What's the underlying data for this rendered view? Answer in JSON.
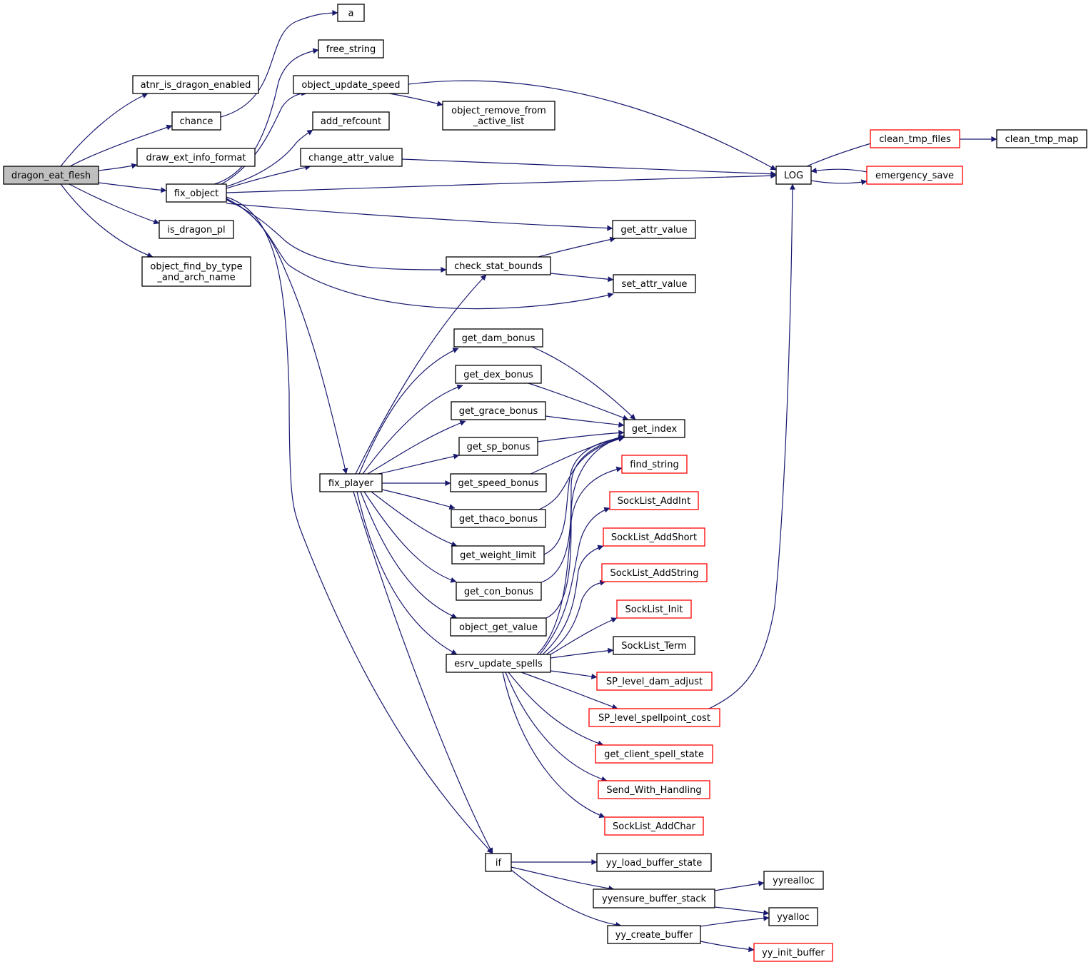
{
  "colors": {
    "edge": "#191970",
    "box_border": "#000000",
    "box_border_truncated": "#ff0000",
    "root_fill": "#bfbfbf",
    "fill": "#ffffff"
  },
  "graph": {
    "root": "dragon_eat_flesh",
    "nodes": [
      {
        "id": "dragon_eat_flesh",
        "lines": [
          "dragon_eat_flesh"
        ],
        "style": "root"
      },
      {
        "id": "atnr_is_dragon_enabled",
        "lines": [
          "atnr_is_dragon_enabled"
        ],
        "style": "normal"
      },
      {
        "id": "chance",
        "lines": [
          "chance"
        ],
        "style": "normal"
      },
      {
        "id": "draw_ext_info_format",
        "lines": [
          "draw_ext_info_format"
        ],
        "style": "normal"
      },
      {
        "id": "fix_object",
        "lines": [
          "fix_object"
        ],
        "style": "normal"
      },
      {
        "id": "is_dragon_pl",
        "lines": [
          "is_dragon_pl"
        ],
        "style": "normal"
      },
      {
        "id": "object_find_by_type_and_arch_name",
        "lines": [
          "object_find_by_type",
          "_and_arch_name"
        ],
        "style": "normal"
      },
      {
        "id": "a",
        "lines": [
          "a"
        ],
        "style": "normal"
      },
      {
        "id": "free_string",
        "lines": [
          "free_string"
        ],
        "style": "normal"
      },
      {
        "id": "object_update_speed",
        "lines": [
          "object_update_speed"
        ],
        "style": "normal"
      },
      {
        "id": "add_refcount",
        "lines": [
          "add_refcount"
        ],
        "style": "normal"
      },
      {
        "id": "change_attr_value",
        "lines": [
          "change_attr_value"
        ],
        "style": "normal"
      },
      {
        "id": "object_remove_from_active_list",
        "lines": [
          "object_remove_from",
          "_active_list"
        ],
        "style": "normal"
      },
      {
        "id": "LOG",
        "lines": [
          "LOG"
        ],
        "style": "normal"
      },
      {
        "id": "clean_tmp_files",
        "lines": [
          "clean_tmp_files"
        ],
        "style": "truncated"
      },
      {
        "id": "clean_tmp_map",
        "lines": [
          "clean_tmp_map"
        ],
        "style": "normal"
      },
      {
        "id": "emergency_save",
        "lines": [
          "emergency_save"
        ],
        "style": "truncated"
      },
      {
        "id": "get_attr_value",
        "lines": [
          "get_attr_value"
        ],
        "style": "normal"
      },
      {
        "id": "check_stat_bounds",
        "lines": [
          "check_stat_bounds"
        ],
        "style": "normal"
      },
      {
        "id": "set_attr_value",
        "lines": [
          "set_attr_value"
        ],
        "style": "normal"
      },
      {
        "id": "get_dam_bonus",
        "lines": [
          "get_dam_bonus"
        ],
        "style": "normal"
      },
      {
        "id": "get_dex_bonus",
        "lines": [
          "get_dex_bonus"
        ],
        "style": "normal"
      },
      {
        "id": "get_grace_bonus",
        "lines": [
          "get_grace_bonus"
        ],
        "style": "normal"
      },
      {
        "id": "get_index",
        "lines": [
          "get_index"
        ],
        "style": "normal"
      },
      {
        "id": "get_sp_bonus",
        "lines": [
          "get_sp_bonus"
        ],
        "style": "normal"
      },
      {
        "id": "find_string",
        "lines": [
          "find_string"
        ],
        "style": "truncated"
      },
      {
        "id": "fix_player",
        "lines": [
          "fix_player"
        ],
        "style": "normal"
      },
      {
        "id": "get_speed_bonus",
        "lines": [
          "get_speed_bonus"
        ],
        "style": "normal"
      },
      {
        "id": "SockList_AddInt",
        "lines": [
          "SockList_AddInt"
        ],
        "style": "truncated"
      },
      {
        "id": "get_thaco_bonus",
        "lines": [
          "get_thaco_bonus"
        ],
        "style": "normal"
      },
      {
        "id": "SockList_AddShort",
        "lines": [
          "SockList_AddShort"
        ],
        "style": "truncated"
      },
      {
        "id": "get_weight_limit",
        "lines": [
          "get_weight_limit"
        ],
        "style": "normal"
      },
      {
        "id": "SockList_AddString",
        "lines": [
          "SockList_AddString"
        ],
        "style": "truncated"
      },
      {
        "id": "get_con_bonus",
        "lines": [
          "get_con_bonus"
        ],
        "style": "normal"
      },
      {
        "id": "SockList_Init",
        "lines": [
          "SockList_Init"
        ],
        "style": "truncated"
      },
      {
        "id": "object_get_value",
        "lines": [
          "object_get_value"
        ],
        "style": "normal"
      },
      {
        "id": "SockList_Term",
        "lines": [
          "SockList_Term"
        ],
        "style": "normal"
      },
      {
        "id": "esrv_update_spells",
        "lines": [
          "esrv_update_spells"
        ],
        "style": "normal"
      },
      {
        "id": "SP_level_dam_adjust",
        "lines": [
          "SP_level_dam_adjust"
        ],
        "style": "truncated"
      },
      {
        "id": "SP_level_spellpoint_cost",
        "lines": [
          "SP_level_spellpoint_cost"
        ],
        "style": "truncated"
      },
      {
        "id": "get_client_spell_state",
        "lines": [
          "get_client_spell_state"
        ],
        "style": "truncated"
      },
      {
        "id": "Send_With_Handling",
        "lines": [
          "Send_With_Handling"
        ],
        "style": "truncated"
      },
      {
        "id": "SockList_AddChar",
        "lines": [
          "SockList_AddChar"
        ],
        "style": "truncated"
      },
      {
        "id": "if",
        "lines": [
          "if"
        ],
        "style": "normal"
      },
      {
        "id": "yy_load_buffer_state",
        "lines": [
          "yy_load_buffer_state"
        ],
        "style": "normal"
      },
      {
        "id": "yyrealloc",
        "lines": [
          "yyrealloc"
        ],
        "style": "normal"
      },
      {
        "id": "yyensure_buffer_stack",
        "lines": [
          "yyensure_buffer_stack"
        ],
        "style": "normal"
      },
      {
        "id": "yyalloc",
        "lines": [
          "yyalloc"
        ],
        "style": "normal"
      },
      {
        "id": "yy_create_buffer",
        "lines": [
          "yy_create_buffer"
        ],
        "style": "normal"
      },
      {
        "id": "yy_init_buffer",
        "lines": [
          "yy_init_buffer"
        ],
        "style": "truncated"
      }
    ],
    "edges": [
      [
        "dragon_eat_flesh",
        "atnr_is_dragon_enabled"
      ],
      [
        "dragon_eat_flesh",
        "chance"
      ],
      [
        "dragon_eat_flesh",
        "draw_ext_info_format"
      ],
      [
        "dragon_eat_flesh",
        "fix_object"
      ],
      [
        "dragon_eat_flesh",
        "is_dragon_pl"
      ],
      [
        "dragon_eat_flesh",
        "object_find_by_type_and_arch_name"
      ],
      [
        "chance",
        "a"
      ],
      [
        "fix_object",
        "free_string"
      ],
      [
        "fix_object",
        "object_update_speed"
      ],
      [
        "fix_object",
        "add_refcount"
      ],
      [
        "fix_object",
        "change_attr_value"
      ],
      [
        "fix_object",
        "LOG"
      ],
      [
        "fix_object",
        "get_attr_value"
      ],
      [
        "fix_object",
        "check_stat_bounds"
      ],
      [
        "fix_object",
        "set_attr_value"
      ],
      [
        "fix_object",
        "fix_player"
      ],
      [
        "fix_object",
        "if"
      ],
      [
        "object_update_speed",
        "object_remove_from_active_list"
      ],
      [
        "object_update_speed",
        "LOG"
      ],
      [
        "change_attr_value",
        "LOG"
      ],
      [
        "LOG",
        "clean_tmp_files"
      ],
      [
        "LOG",
        "emergency_save"
      ],
      [
        "clean_tmp_files",
        "clean_tmp_map"
      ],
      [
        "emergency_save",
        "LOG"
      ],
      [
        "check_stat_bounds",
        "get_attr_value"
      ],
      [
        "check_stat_bounds",
        "set_attr_value"
      ],
      [
        "fix_player",
        "check_stat_bounds"
      ],
      [
        "fix_player",
        "get_dam_bonus"
      ],
      [
        "fix_player",
        "get_dex_bonus"
      ],
      [
        "fix_player",
        "get_grace_bonus"
      ],
      [
        "fix_player",
        "get_sp_bonus"
      ],
      [
        "fix_player",
        "get_speed_bonus"
      ],
      [
        "fix_player",
        "get_thaco_bonus"
      ],
      [
        "fix_player",
        "get_weight_limit"
      ],
      [
        "fix_player",
        "get_con_bonus"
      ],
      [
        "fix_player",
        "object_get_value"
      ],
      [
        "fix_player",
        "esrv_update_spells"
      ],
      [
        "fix_player",
        "if"
      ],
      [
        "get_dam_bonus",
        "get_index"
      ],
      [
        "get_dex_bonus",
        "get_index"
      ],
      [
        "get_grace_bonus",
        "get_index"
      ],
      [
        "get_sp_bonus",
        "get_index"
      ],
      [
        "get_speed_bonus",
        "get_index"
      ],
      [
        "get_thaco_bonus",
        "get_index"
      ],
      [
        "get_weight_limit",
        "get_index"
      ],
      [
        "get_con_bonus",
        "get_index"
      ],
      [
        "object_get_value",
        "get_index"
      ],
      [
        "esrv_update_spells",
        "find_string"
      ],
      [
        "esrv_update_spells",
        "SockList_AddInt"
      ],
      [
        "esrv_update_spells",
        "SockList_AddShort"
      ],
      [
        "esrv_update_spells",
        "SockList_AddString"
      ],
      [
        "esrv_update_spells",
        "SockList_Init"
      ],
      [
        "esrv_update_spells",
        "SockList_Term"
      ],
      [
        "esrv_update_spells",
        "SP_level_dam_adjust"
      ],
      [
        "esrv_update_spells",
        "SP_level_spellpoint_cost"
      ],
      [
        "esrv_update_spells",
        "get_client_spell_state"
      ],
      [
        "esrv_update_spells",
        "Send_With_Handling"
      ],
      [
        "esrv_update_spells",
        "SockList_AddChar"
      ],
      [
        "SP_level_spellpoint_cost",
        "LOG"
      ],
      [
        "if",
        "yy_load_buffer_state"
      ],
      [
        "if",
        "yyensure_buffer_stack"
      ],
      [
        "if",
        "yy_create_buffer"
      ],
      [
        "yyensure_buffer_stack",
        "yyrealloc"
      ],
      [
        "yyensure_buffer_stack",
        "yyalloc"
      ],
      [
        "yy_create_buffer",
        "yyalloc"
      ],
      [
        "yy_create_buffer",
        "yy_init_buffer"
      ]
    ]
  }
}
